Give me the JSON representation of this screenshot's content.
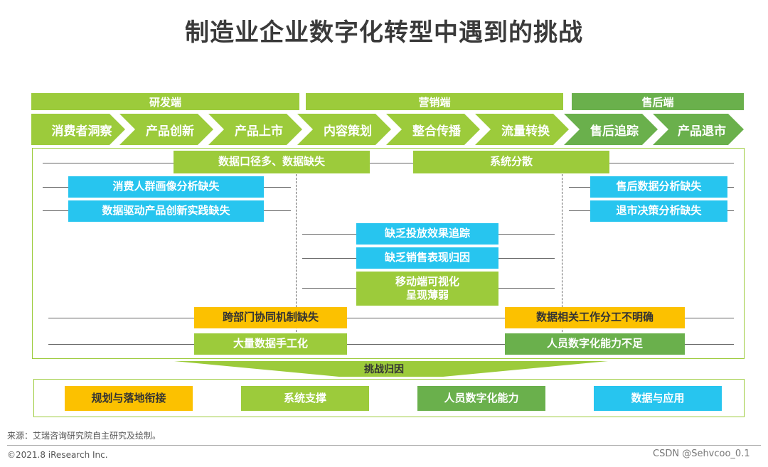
{
  "title": "制造业企业数字化转型中遇到的挑战",
  "phases": [
    "研发端",
    "营销端",
    "售后端"
  ],
  "stages": [
    "消费者洞察",
    "产品创新",
    "产品上市",
    "内容策划",
    "整合传播",
    "流量转换",
    "售后追踪",
    "产品退市"
  ],
  "challenges": {
    "top_left": "数据口径多、数据缺失",
    "top_right": "系统分散",
    "rd_1": "消费人群画像分析缺失",
    "rd_2": "数据驱动产品创新实践缺失",
    "after_1": "售后数据分析缺失",
    "after_2": "退市决策分析缺失",
    "mkt_1": "缺乏投放效果追踪",
    "mkt_2": "缺乏销售表现归因",
    "mkt_3a": "移动端可视化",
    "mkt_3b": "呈现薄弱",
    "org_1": "跨部门协同机制缺失",
    "org_2": "大量数据手工化",
    "org_3": "数据相关工作分工不明确",
    "org_4": "人员数字化能力不足"
  },
  "attribution_label": "挑战归因",
  "causes": [
    "规划与落地衔接",
    "系统支撑",
    "人员数字化能力",
    "数据与应用"
  ],
  "source": "来源：艾瑞咨询研究院自主研究及绘制。",
  "copyright": "©2021.8 iResearch Inc.",
  "watermark": "CSDN @Sehvcoo_0.1",
  "colors": {
    "lime": "#9ccb3b",
    "green": "#6ab04c",
    "blue": "#27c5ef",
    "yellow": "#fcc100"
  }
}
